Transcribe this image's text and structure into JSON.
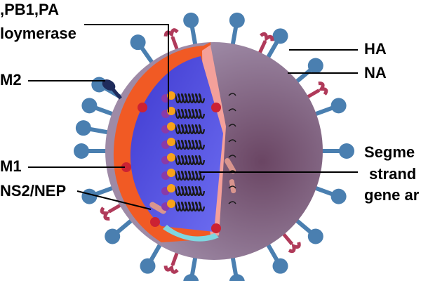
{
  "labels": {
    "polymerase_line1": ",PB1,PA",
    "polymerase_line2": "loymerase",
    "m2": "M2",
    "m1": "M1",
    "ns2": "NS2/NEP",
    "ha": "HA",
    "na": "NA",
    "segments_line1": "Segme",
    "segments_line2": "strand",
    "segments_line3": "gene ar"
  },
  "colors": {
    "envelope": "#7d5a78",
    "envelope_light": "#9c7d98",
    "matrix_layer": "#f15a24",
    "cut_face": "#4f46d8",
    "cut_face_light": "#6f66ee",
    "inner_shell": "#f4a09a",
    "m1_dot": "#cc2233",
    "spike": "#4a7fb0",
    "na_spike": "#b03a5a",
    "rna_coil": "#1a1a1a",
    "bead_orange": "#f7a21b",
    "bead_purple": "#8a3aa8",
    "ns2": "#d9958e",
    "cyan_edge": "#7fd6e0",
    "m2": "#1f2b5c",
    "leader": "#000000"
  }
}
